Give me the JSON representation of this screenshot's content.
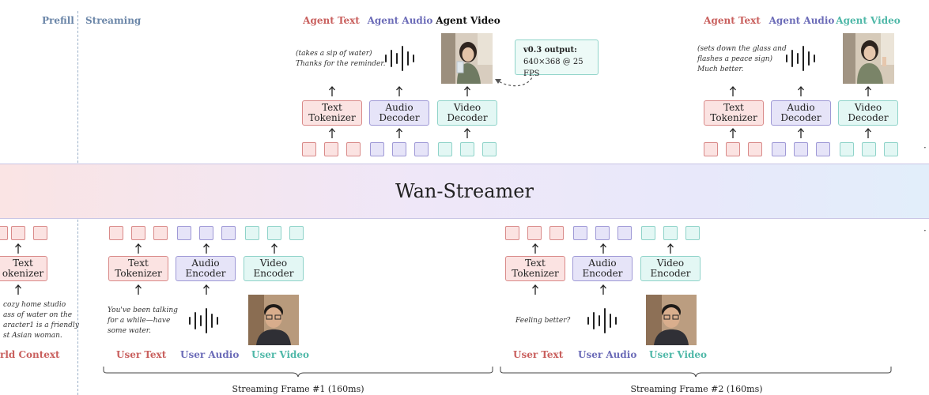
{
  "phases": {
    "prefill": "Prefill",
    "streaming": "Streaming"
  },
  "model_name": "Wan-Streamer",
  "output_group_1": {
    "headers": {
      "text": "Agent Text",
      "audio": "Agent Audio",
      "video": "Agent Video"
    },
    "text_caption_line1": "(takes a sip of water)",
    "text_caption_line2": "Thanks for the reminder.",
    "decoders": {
      "text_l1": "Text",
      "text_l2": "Tokenizer",
      "audio_l1": "Audio",
      "audio_l2": "Decoder",
      "video_l1": "Video",
      "video_l2": "Decoder"
    }
  },
  "output_group_2": {
    "headers": {
      "text": "Agent Text",
      "audio": "Agent Audio",
      "video": "Agent Video"
    },
    "text_caption_line1": "(sets down the glass and",
    "text_caption_line2": "flashes a peace sign)",
    "text_caption_line3": "Much better.",
    "decoders": {
      "text_l1": "Text",
      "text_l2": "Tokenizer",
      "audio_l1": "Audio",
      "audio_l2": "Decoder",
      "video_l1": "Video",
      "video_l2": "Decoder"
    }
  },
  "output_note": {
    "line1": "v0.3 output:",
    "line2": "640×368 @ 25 FPS"
  },
  "prefill": {
    "tokenizer_l1": "Text",
    "tokenizer_l2": "okenizer",
    "caption_line1": "cozy home studio",
    "caption_line2": "ass of water on the",
    "caption_line3": "aracter1 is a friendly",
    "caption_line4": "st Asian woman.",
    "label": "rld Context"
  },
  "input_group_1": {
    "encoders": {
      "text_l1": "Text",
      "text_l2": "Tokenizer",
      "audio_l1": "Audio",
      "audio_l2": "Encoder",
      "video_l1": "Video",
      "video_l2": "Encoder"
    },
    "text_caption_line1": "You've been talking",
    "text_caption_line2": "for a while—have",
    "text_caption_line3": "some water.",
    "labels": {
      "text": "User Text",
      "audio": "User Audio",
      "video": "User Video"
    },
    "frame_label": "Streaming Frame #1 (160ms)"
  },
  "input_group_2": {
    "encoders": {
      "text_l1": "Text",
      "text_l2": "Tokenizer",
      "audio_l1": "Audio",
      "audio_l2": "Encoder",
      "video_l1": "Video",
      "video_l2": "Encoder"
    },
    "text_caption_line1": "Feeling better?",
    "labels": {
      "text": "User Text",
      "audio": "User Audio",
      "video": "User Video"
    },
    "frame_label": "Streaming Frame #2 (160ms)"
  },
  "colors": {
    "text": "#c9605e",
    "audio": "#6c6cb8",
    "video": "#4fb8a8",
    "phase": "#6b86a8"
  },
  "icons": [
    "audio-waveform-icon",
    "up-arrow-icon",
    "curved-dashed-arrow-icon",
    "brace-icon"
  ]
}
